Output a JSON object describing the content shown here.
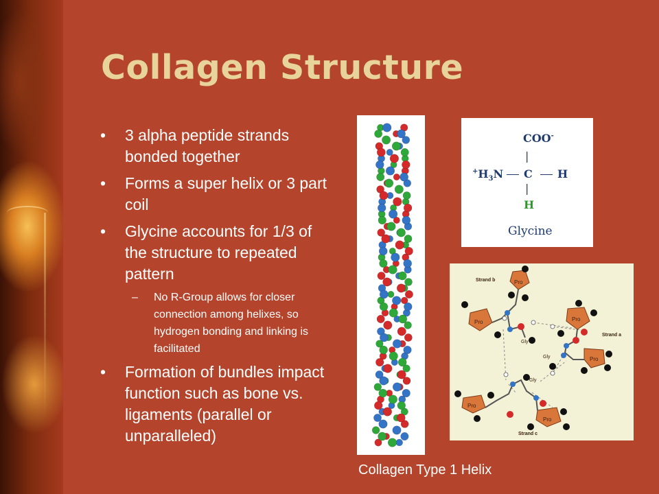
{
  "slide": {
    "title": "Collagen Structure",
    "bullets": [
      "3 alpha peptide strands bonded together",
      "Forms a super helix or 3 part coil",
      "Glycine accounts for 1/3 of the structure to repeated pattern",
      "Formation of bundles impact function such as bone vs. ligaments (parallel or unparalleled)"
    ],
    "sub_bullet": {
      "dash": "–",
      "text": "No R-Group allows for closer connection among helixes, so hydrogen bonding and linking is facilitated"
    },
    "caption": "Collagen Type 1 Helix"
  },
  "glycine": {
    "carboxyl": "COO",
    "carboxyl_charge": "-",
    "amine_charge": "+",
    "amine_h": "H",
    "amine_sub": "3",
    "amine_n": "N",
    "alpha_carbon": "C",
    "side_h": "H",
    "bottom_h": "H",
    "name": "Glycine"
  },
  "strands": {
    "strand_b": "Strand b",
    "strand_a": "Strand a",
    "strand_c": "Strand c",
    "pro": "Pro",
    "gly": "Gly"
  },
  "colors": {
    "background": "#b4452c",
    "title": "#e8d39a",
    "strand_red": "#d42a2a",
    "strand_green": "#2fa83a",
    "strand_blue": "#3474c6",
    "proline": "#d9773a"
  }
}
